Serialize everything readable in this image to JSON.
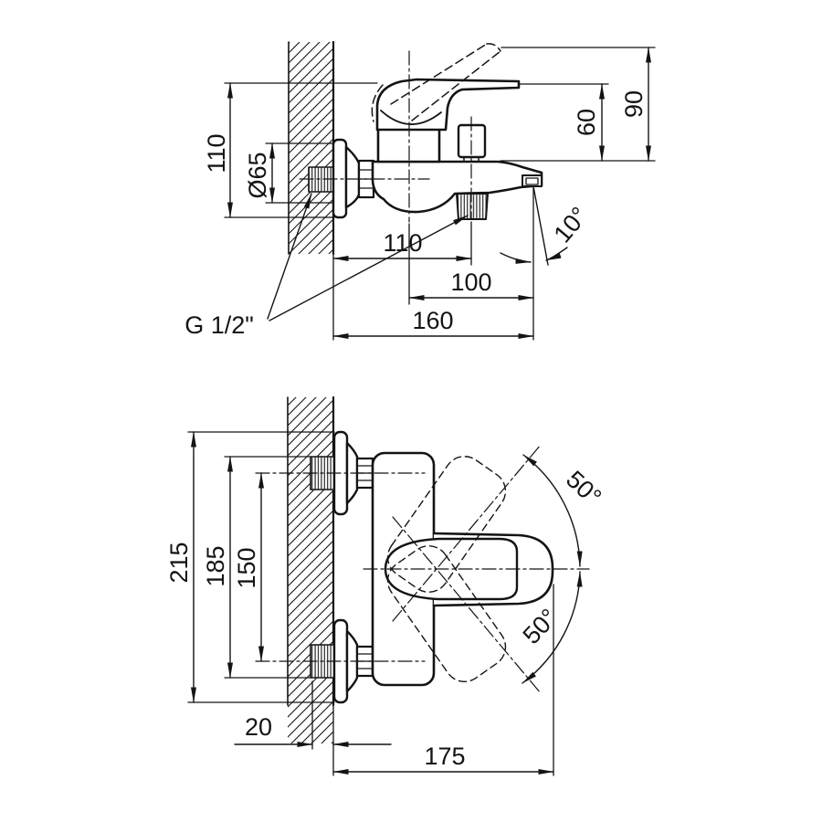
{
  "drawing": {
    "type": "technical-dimension-drawing",
    "subject": "wall-mounted bath mixer faucet, side view and plan view",
    "colors": {
      "ink": "#141414",
      "background": "#ffffff"
    },
    "side": {
      "height": "110",
      "flange": "Ø65",
      "lever_rise": "60",
      "lever_max": "90",
      "depth_shower": "110",
      "depth_spout": "100",
      "depth_total": "160",
      "spout_angle": "10°",
      "thread": "G 1/2\""
    },
    "front": {
      "span_total": "215",
      "span_outer": "185",
      "span_centers": "150",
      "wall_inset": "20",
      "reach": "175",
      "swing_up": "50°",
      "swing_down": "50°"
    }
  }
}
